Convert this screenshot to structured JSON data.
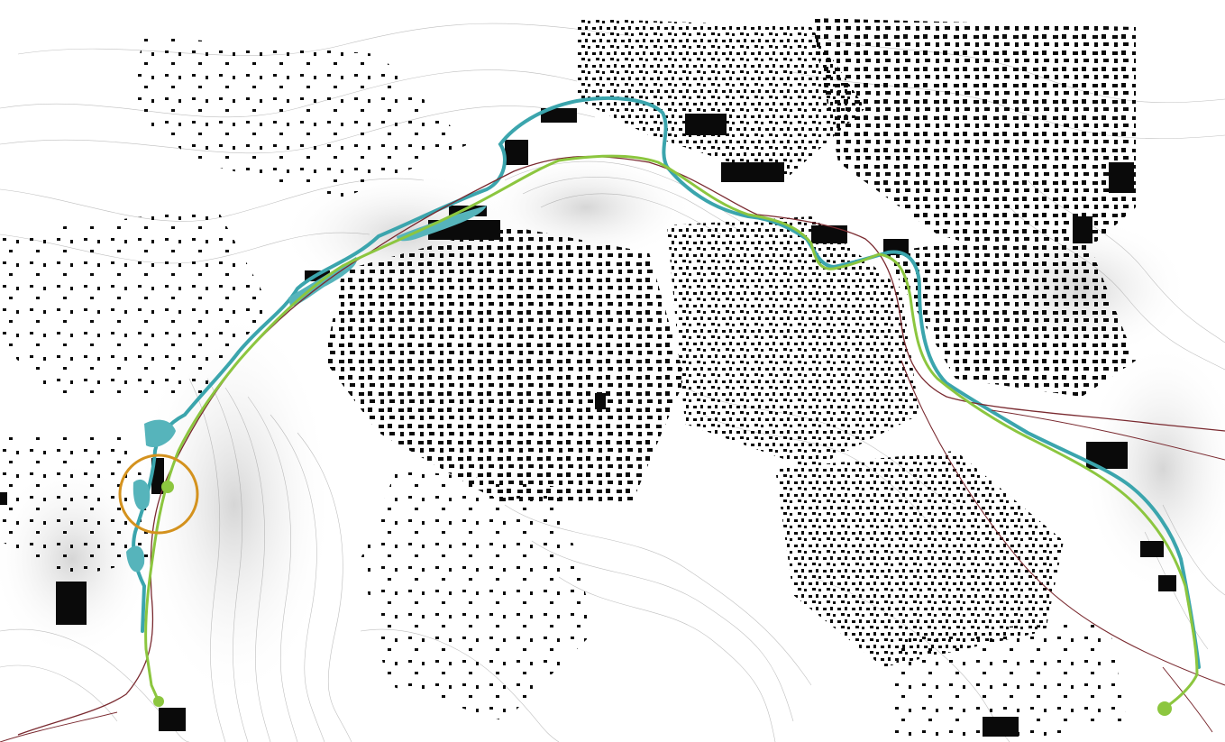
{
  "map": {
    "colors": {
      "background": "#ffffff",
      "relief": "#d9d9d9",
      "contour": "#8a8a8a",
      "buildings": "#0a0a0a",
      "river": "#3ba5ad",
      "river_fill": "#56b4bb",
      "trail": "#8cc63f",
      "railway": "#7a2a30",
      "highlight_circle": "#d4921e"
    },
    "layers": [
      "topographic-contours",
      "building-footprints",
      "river",
      "trail",
      "railway",
      "highlight-circle",
      "trail-endpoints"
    ]
  }
}
